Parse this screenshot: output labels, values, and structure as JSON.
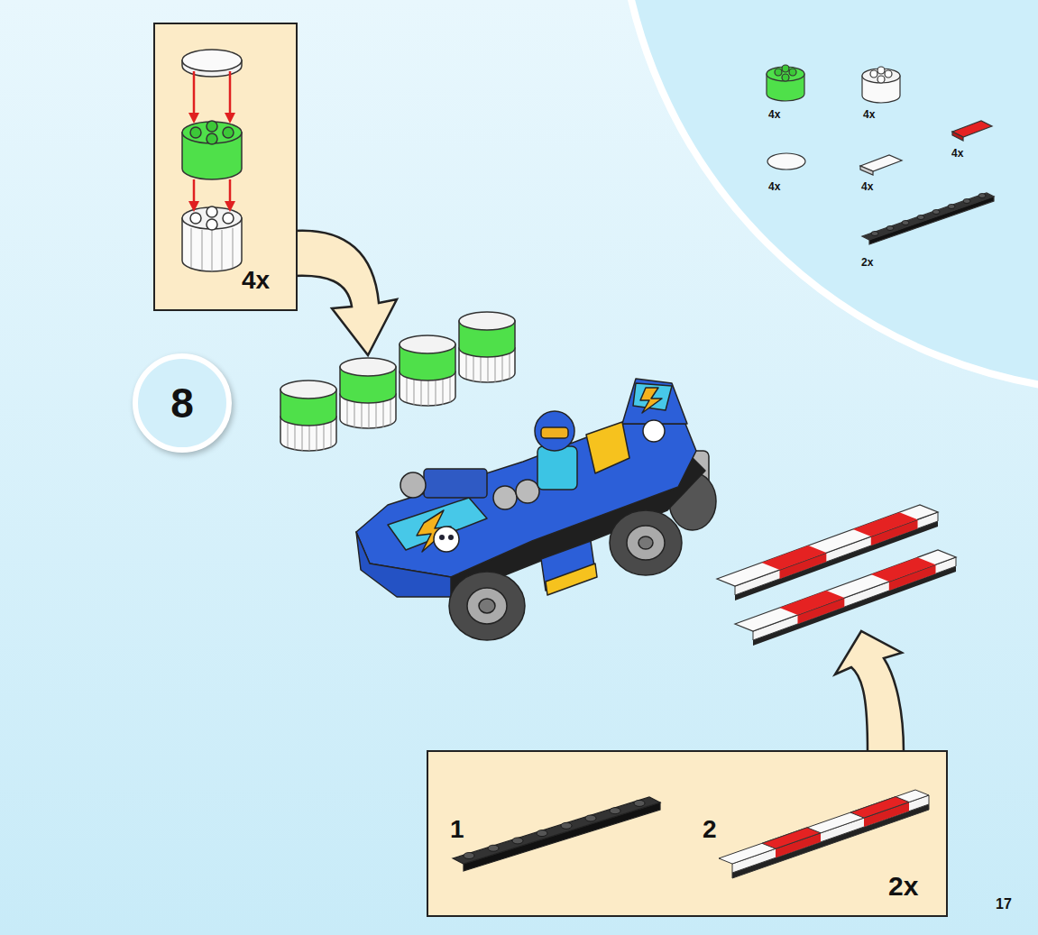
{
  "diagram": {
    "nodes": [
      {
        "text": [
          "4x"
        ]
      },
      {
        "text": [
          "8"
        ]
      },
      {
        "text": [
          "4x",
          "4x",
          "4x",
          "4x",
          "4x",
          "2x"
        ]
      },
      {
        "text": [
          "1",
          "2",
          "2x"
        ]
      }
    ],
    "labels": [
      "17"
    ]
  }
}
